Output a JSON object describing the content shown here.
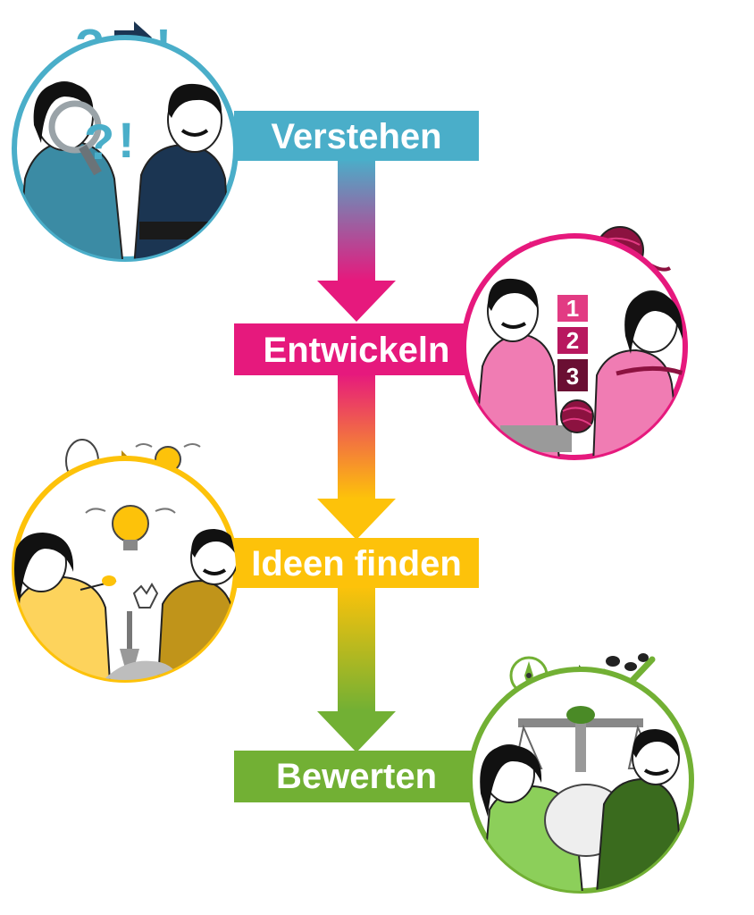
{
  "colors": {
    "verstehen": "#4aaec9",
    "entwickeln": "#e6197d",
    "ideen_finden": "#fdc20a",
    "bewerten": "#72b034",
    "verstehen_dark": "#1b3552",
    "entwickeln_dark": "#8c1240",
    "ideen_dark": "#b98a11",
    "bewerten_dark": "#3a6b1e"
  },
  "stages": [
    {
      "label": "Verstehen",
      "color": "#4aaec9",
      "illustration_icon": "question-to-exclamation-icon"
    },
    {
      "label": "Entwickeln",
      "color": "#e6197d",
      "illustration_icon": "yarn-ball-icon"
    },
    {
      "label": "Ideen finden",
      "color": "#fdc20a",
      "illustration_icon": "lightbulb-icon"
    },
    {
      "label": "Bewerten",
      "color": "#72b034",
      "illustration_icon": "scale-icon"
    }
  ],
  "step_numbers": [
    "1",
    "2",
    "3"
  ]
}
